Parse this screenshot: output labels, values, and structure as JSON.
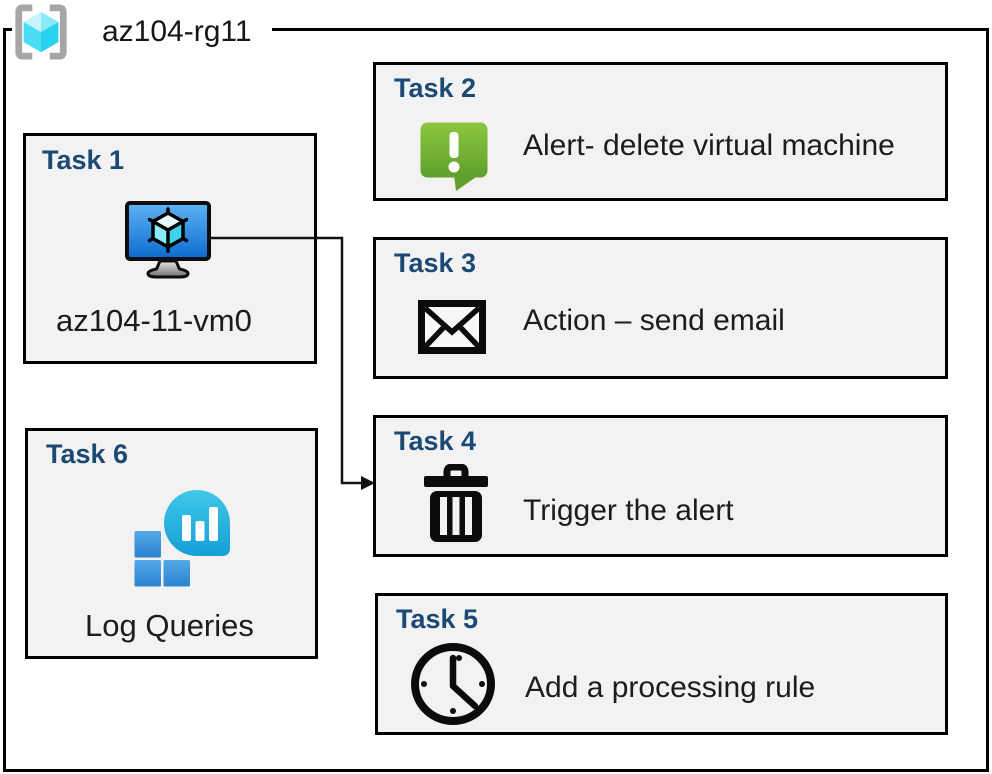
{
  "resource_group": {
    "label": "az104-rg11"
  },
  "tasks": [
    {
      "title": "Task 1",
      "label": "az104-11-vm0",
      "icon": "virtual-machine-icon"
    },
    {
      "title": "Task 2",
      "label": "Alert- delete virtual machine",
      "icon": "alert-message-icon"
    },
    {
      "title": "Task 3",
      "label": "Action – send email",
      "icon": "email-envelope-icon"
    },
    {
      "title": "Task 4",
      "label": "Trigger the alert",
      "icon": "trash-icon"
    },
    {
      "title": "Task 5",
      "label": "Add a processing rule",
      "icon": "clock-icon"
    },
    {
      "title": "Task 6",
      "label": "Log Queries",
      "icon": "log-analytics-icon"
    }
  ],
  "connector": {
    "from": "Task 1",
    "to": "Task 4"
  },
  "colors": {
    "task_title_blue": "#1b4973",
    "box_fill": "#f2f2f2",
    "box_border": "#000000",
    "alert_green_top": "#8dc63f",
    "alert_green_bottom": "#5f9f2c",
    "vm_screen_top": "#5db3f4",
    "vm_screen_bottom": "#0d6bce",
    "log_bubble_top": "#41c7e7",
    "log_bubble_bottom": "#149fd6",
    "log_square_top": "#54a9e6",
    "log_square_bottom": "#2b83d1",
    "rg_cube_light": "#c7f4fb",
    "rg_cube_dark": "#29d2f0",
    "rg_bracket_gray": "#a6a6a6"
  }
}
